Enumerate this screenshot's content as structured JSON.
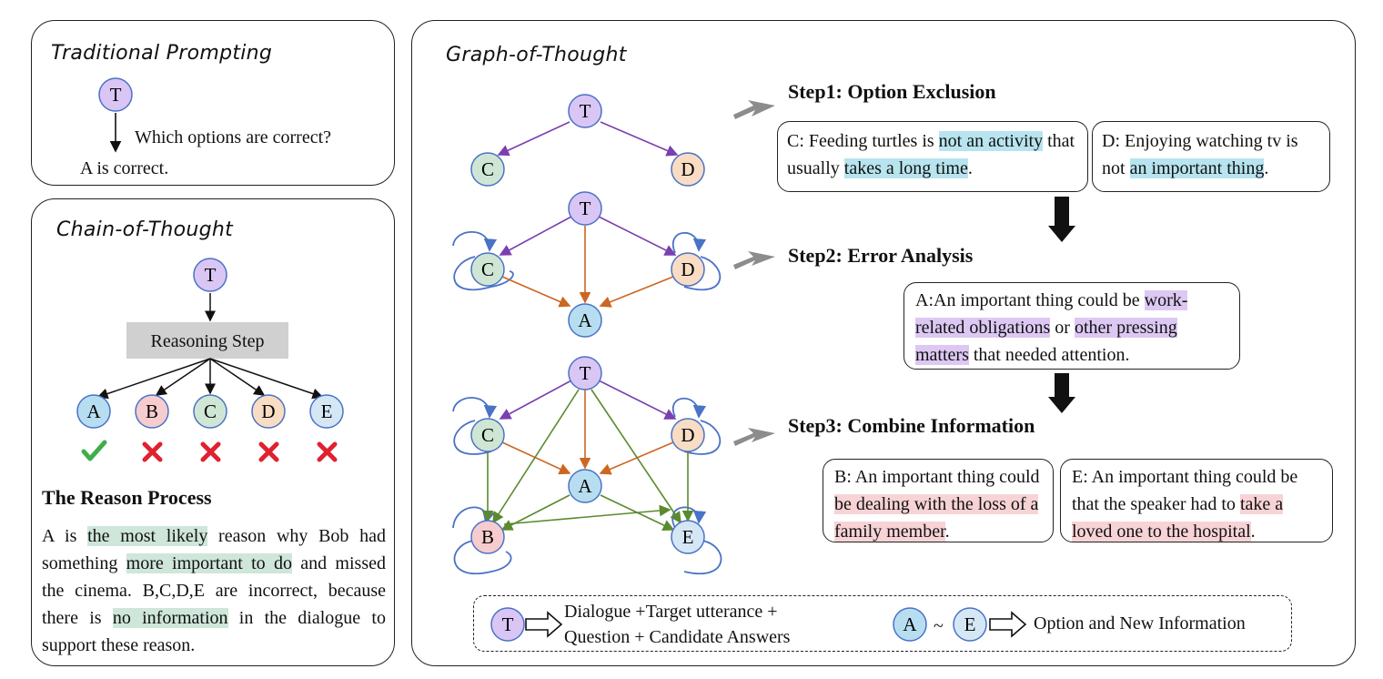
{
  "colors": {
    "node_T": "#d9c6f4",
    "node_A": "#b7def0",
    "node_B": "#f6cccf",
    "node_C": "#cfe6d4",
    "node_D": "#f9dcc4",
    "node_E": "#d5e7f5",
    "arrow_purple": "#7a3fb0",
    "arrow_orange": "#cc6622",
    "arrow_green": "#5a8a2e",
    "loop_blue": "#4a72c6",
    "hl_blue": "#b7e4ee",
    "hl_purple": "#dcc8f2",
    "hl_pink": "#f7d3d6",
    "hl_green": "#cfe6da"
  },
  "traditional": {
    "title": "Traditional Prompting",
    "node": "T",
    "question": "Which options are correct?",
    "answer": "A is correct."
  },
  "cot": {
    "title": "Chain-of-Thought",
    "node": "T",
    "reasoning_step": "Reasoning Step",
    "options": [
      "A",
      "B",
      "C",
      "D",
      "E"
    ],
    "marks": [
      "check-icon",
      "cross-icon",
      "cross-icon",
      "cross-icon",
      "cross-icon"
    ],
    "reason_title": "The Reason Process",
    "reason": [
      {
        "t": "A is ",
        "h": ""
      },
      {
        "t": "the most likely",
        "h": "green"
      },
      {
        "t": " reason why Bob had something ",
        "h": ""
      },
      {
        "t": "more important to do",
        "h": "green"
      },
      {
        "t": " and missed the cinema. B,C,D,E are incorrect, because there is ",
        "h": ""
      },
      {
        "t": "no information",
        "h": "green"
      },
      {
        "t": " in the dialogue to support these reason.",
        "h": ""
      }
    ]
  },
  "got": {
    "title": "Graph-of-Thought",
    "nodes": {
      "T": "T",
      "A": "A",
      "B": "B",
      "C": "C",
      "D": "D",
      "E": "E"
    },
    "step1": {
      "title": "Step1: Option Exclusion",
      "box_c": [
        {
          "t": "C: Feeding turtles is ",
          "h": ""
        },
        {
          "t": "not an activity",
          "h": "blue"
        },
        {
          "t": " that usually ",
          "h": ""
        },
        {
          "t": "takes a long time",
          "h": "blue"
        },
        {
          "t": ".",
          "h": ""
        }
      ],
      "box_d": [
        {
          "t": "D: Enjoying watching tv is not ",
          "h": ""
        },
        {
          "t": "an important thing",
          "h": "blue"
        },
        {
          "t": ".",
          "h": ""
        }
      ]
    },
    "step2": {
      "title": "Step2: Error Analysis",
      "box_a": [
        {
          "t": "A:An important thing could be ",
          "h": ""
        },
        {
          "t": "work-related obligations",
          "h": "purple"
        },
        {
          "t": " or ",
          "h": ""
        },
        {
          "t": "other pressing matters",
          "h": "purple"
        },
        {
          "t": " that needed attention.",
          "h": ""
        }
      ]
    },
    "step3": {
      "title": "Step3: Combine Information",
      "box_b": [
        {
          "t": "B: An important thing could ",
          "h": ""
        },
        {
          "t": "be dealing with the loss of a family member",
          "h": "pink"
        },
        {
          "t": ".",
          "h": ""
        }
      ],
      "box_e": [
        {
          "t": "E: An important thing could be that the speaker had to ",
          "h": ""
        },
        {
          "t": "take a loved one to the hospital",
          "h": "pink"
        },
        {
          "t": ".",
          "h": ""
        }
      ]
    },
    "legend": {
      "t_node": "T",
      "t_text_1": "Dialogue +Target utterance +",
      "t_text_2": "Question + Candidate Answers",
      "a_node": "A",
      "tilde": "~",
      "e_node": "E",
      "ae_text": "Option and New Information"
    }
  }
}
